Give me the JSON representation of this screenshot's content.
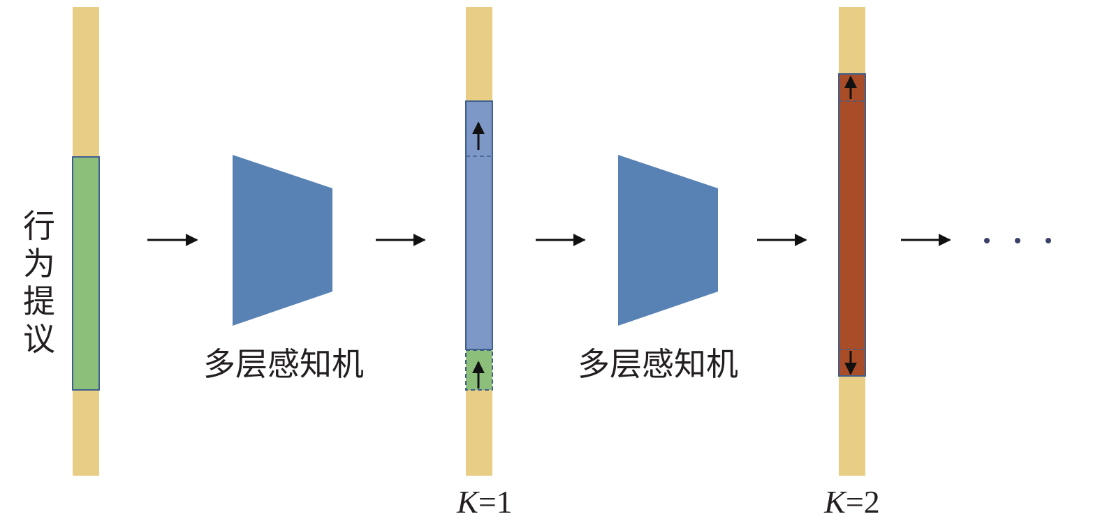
{
  "input_label": "行为提议",
  "mlp_label_1": "多层感知机",
  "mlp_label_2": "多层感知机",
  "k1": {
    "var": "K",
    "eq": "=1"
  },
  "k2": {
    "var": "K",
    "eq": "=2"
  },
  "ellipsis": "…",
  "colors": {
    "track": "#e8cd84",
    "proposal": "#8cbf7a",
    "mlp": "#5882b4",
    "refined": "#7d97c6",
    "final": "#a84d28",
    "border": "#3f5f8f",
    "arrow": "#111111",
    "text": "#231f20"
  }
}
